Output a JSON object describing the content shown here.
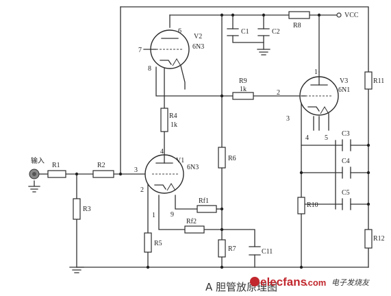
{
  "caption": "A 胆管放原理图",
  "watermark": {
    "brand": "elecfans",
    "domain": ".com",
    "cn": "电子发烧友",
    "accent": "#c1272d"
  },
  "input_label": "输入",
  "vcc": "VCC",
  "resistors": {
    "r1": "R1",
    "r2": "R2",
    "r3": "R3",
    "r4": "R4",
    "r4_val": "1k",
    "r5": "R5",
    "r6": "R6",
    "r7": "R7",
    "r8": "R8",
    "r9": "R9",
    "r9_val": "1k",
    "r10": "R10",
    "r11": "R11",
    "r12": "R12",
    "rf1": "Rf1",
    "rf2": "Rf2"
  },
  "capacitors": {
    "c1": "C1",
    "c2": "C2",
    "c3": "C3",
    "c4": "C4",
    "c5": "C5",
    "c11": "C11"
  },
  "tubes": {
    "v1": {
      "name": "V1",
      "type": "6N3"
    },
    "v2": {
      "name": "V2",
      "type": "6N3"
    },
    "v3": {
      "name": "V3",
      "type": "6N1"
    }
  },
  "pins": {
    "v2_plate": "6",
    "v2_grid": "7",
    "v2_cathode": "8",
    "v1_plate": "4",
    "v1_grid": "3",
    "v1_cathode": "2",
    "v1_fil": "1",
    "v1_9": "9",
    "v3_plate": "1",
    "v3_grid": "2",
    "v3_cathode": "3",
    "v3_f4": "4",
    "v3_f5": "5"
  }
}
